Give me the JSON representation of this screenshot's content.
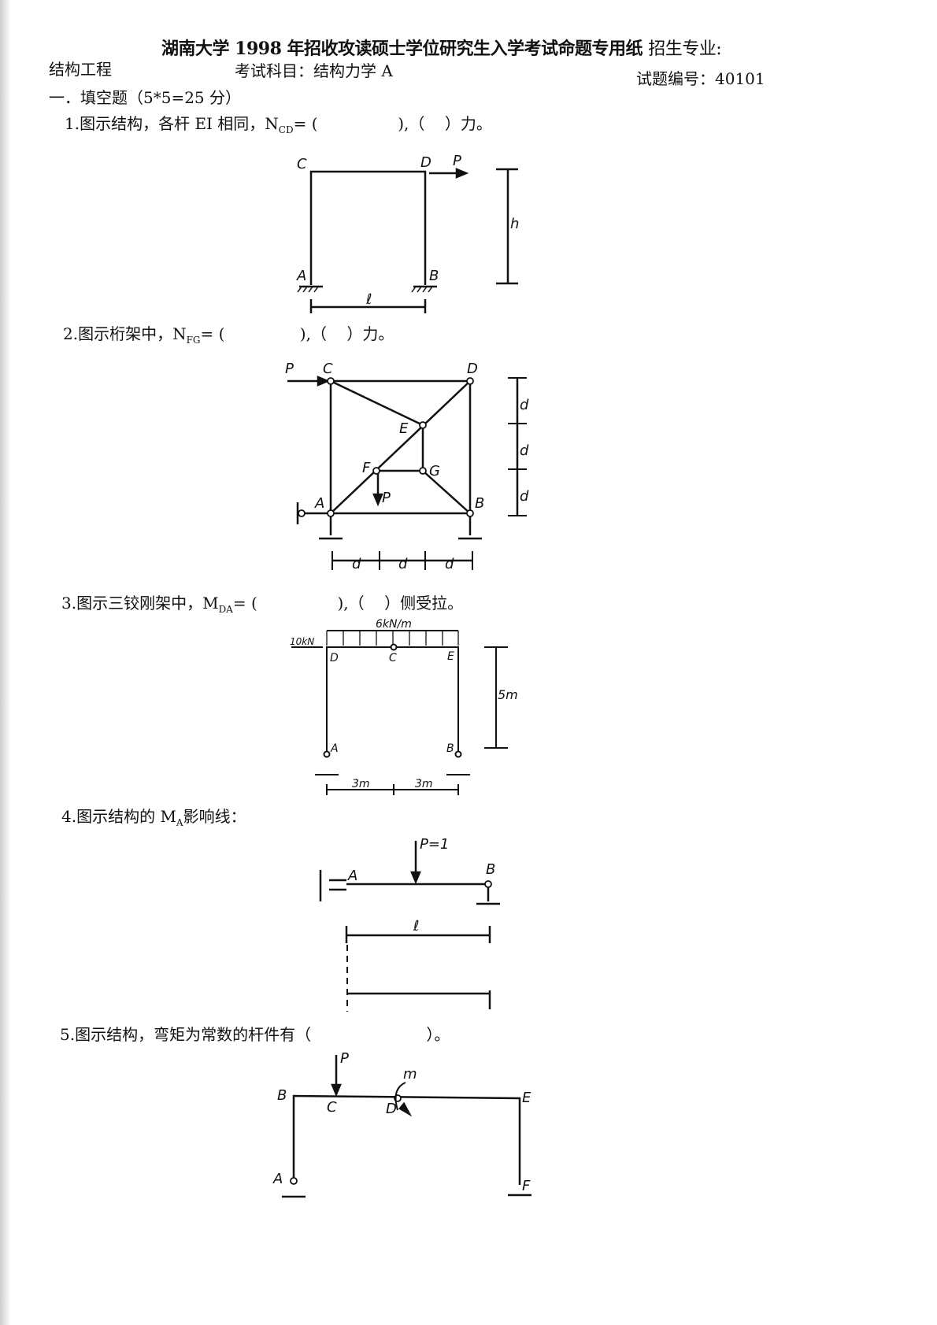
{
  "header": {
    "title": "湖南大学 1998 年招收攻读硕士学位研究生入学考试命题专用纸",
    "major_label": "招生专业:",
    "major": "结构工程",
    "subject": "考试科目：结构力学 A",
    "code": "试题编号：40101"
  },
  "section": {
    "title": "一．填空题（5*5=25 分）"
  },
  "questions": [
    {
      "prefix": "1.图示结构，各杆 EI 相同，N",
      "sub": "CD",
      "suffix": "= (                ),（    ）力。",
      "labels": {
        "c": "C",
        "d": "D",
        "p": "P",
        "a": "A",
        "b": "B",
        "h": "h",
        "l": "ℓ"
      }
    },
    {
      "prefix": "2.图示桁架中，N",
      "sub": "FG",
      "suffix": "= (               ),（    ）力。",
      "labels": {
        "p1": "P",
        "c": "C",
        "d": "D",
        "e": "E",
        "f": "F",
        "g": "G",
        "p2": "P",
        "a": "A",
        "b": "B",
        "dim": "d"
      }
    },
    {
      "prefix": "3.图示三铰刚架中，M",
      "sub": "DA",
      "suffix": "= (                ),（    ）侧受拉。",
      "labels": {
        "q": "6kN/m",
        "f": "10kN",
        "d": "D",
        "c": "C",
        "e": "E",
        "a": "A",
        "b": "B",
        "h": "5m",
        "l1": "3m",
        "l2": "3m"
      }
    },
    {
      "prefix": "4.图示结构的 M",
      "sub": "A",
      "suffix": "影响线：",
      "labels": {
        "p": "P=1",
        "a": "A",
        "b": "B",
        "l": "ℓ"
      }
    },
    {
      "prefix": "5.图示结构，弯矩为常数的杆件有（",
      "sub": "",
      "suffix": "                       ）。",
      "labels": {
        "p": "P",
        "m": "m",
        "b": "B",
        "c": "C",
        "d": "D",
        "e": "E",
        "a": "A",
        "f": "F"
      }
    }
  ]
}
